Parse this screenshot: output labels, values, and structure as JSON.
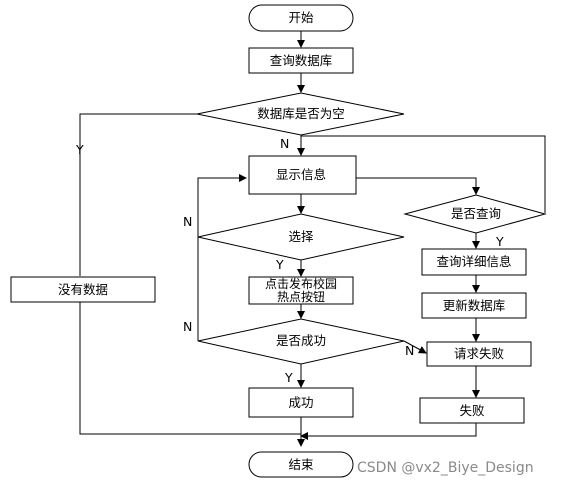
{
  "nodes": {
    "start": "开始",
    "query_db": "查询数据库",
    "db_empty": "数据库是否为空",
    "show_info": "显示信息",
    "select": "选择",
    "click_publish_1": "点击发布校园",
    "click_publish_2": "热点按钮",
    "is_success": "是否成功",
    "success": "成功",
    "is_query": "是否查询",
    "query_detail": "查询详细信息",
    "update_db": "更新数据库",
    "request_fail": "请求失败",
    "fail": "失败",
    "no_data": "没有数据",
    "end": "结束"
  },
  "edge_labels": {
    "db_empty_yes": "Y",
    "db_empty_no": "N",
    "select_no": "N",
    "select_yes": "Y",
    "success_no": "N",
    "success_yes": "Y",
    "query_yes": "Y",
    "request_fail_in": "N"
  },
  "watermark": "CSDN @vx2_Biye_Design"
}
